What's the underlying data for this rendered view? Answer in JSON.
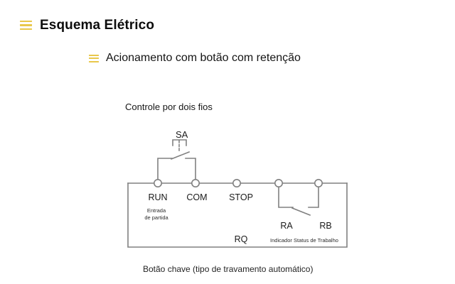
{
  "slide": {
    "heading": {
      "bullet_icon": "hamburger-bullet-icon",
      "text": "Esquema Elétrico"
    },
    "subheading": {
      "bullet_icon": "hamburger-bullet-icon",
      "text": "Acionamento com botão com retenção"
    }
  },
  "figure": {
    "name": "two-wire-control-wiring-diagram",
    "heading": "Controle por dois fios",
    "caption": "Botão chave (tipo de travamento automático)",
    "switch_label": "SA",
    "terminals": [
      {
        "id": "run",
        "label": "RUN"
      },
      {
        "id": "com",
        "label": "COM"
      },
      {
        "id": "stop",
        "label": "STOP"
      },
      {
        "id": "ra",
        "label": "RA"
      },
      {
        "id": "rb",
        "label": "RB"
      }
    ],
    "annotations": {
      "entrada_line1": "Entrada",
      "entrada_line2": "de partida",
      "rq": "RQ",
      "indicador": "Indicador Status de Trabalho"
    },
    "colors": {
      "line": "#808080",
      "terminal_fill": "#ffffff",
      "text": "#1a1a1a",
      "accent": "#e9c84b"
    }
  }
}
